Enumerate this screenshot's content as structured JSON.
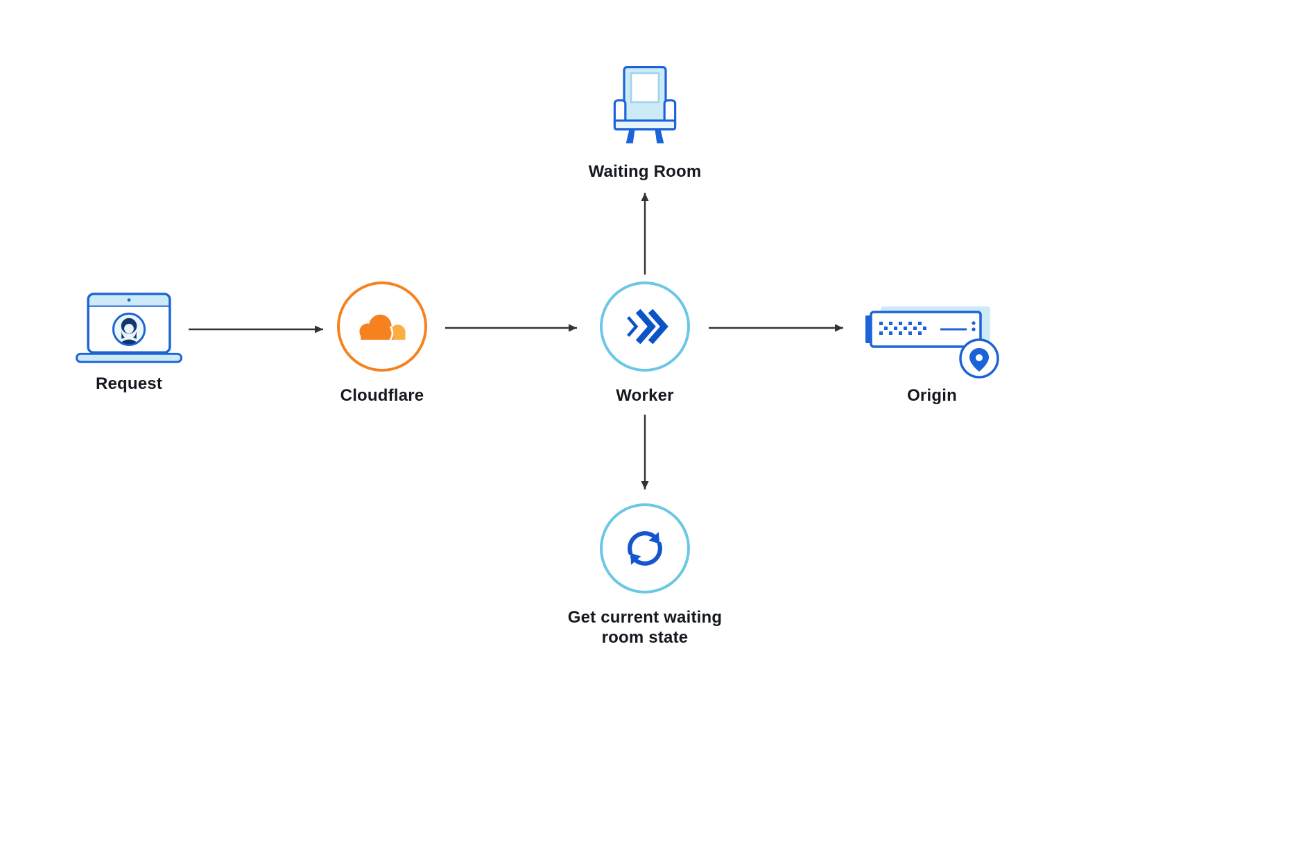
{
  "diagram": {
    "nodes": {
      "request": {
        "label": "Request",
        "icon": "laptop-user-icon"
      },
      "cloudflare": {
        "label": "Cloudflare",
        "icon": "cloudflare-logo-icon"
      },
      "worker": {
        "label": "Worker",
        "icon": "workers-logo-icon"
      },
      "waiting_room": {
        "label": "Waiting Room",
        "icon": "armchair-icon"
      },
      "origin": {
        "label": "Origin",
        "icon": "server-location-icon"
      },
      "waiting_state": {
        "label": "Get current waiting room state",
        "icon": "sync-icon"
      }
    },
    "edges": [
      {
        "from": "request",
        "to": "cloudflare",
        "direction": "right"
      },
      {
        "from": "cloudflare",
        "to": "worker",
        "direction": "right"
      },
      {
        "from": "worker",
        "to": "origin",
        "direction": "right"
      },
      {
        "from": "worker",
        "to": "waiting_room",
        "direction": "up"
      },
      {
        "from": "worker",
        "to": "waiting_state",
        "direction": "down"
      }
    ],
    "colors": {
      "cloudflare_orange": "#F6821F",
      "cloudflare_orange_light": "#FBAD41",
      "primary_blue": "#0055DC",
      "navy": "#123A73",
      "light_blue_fill": "#CDEBF7",
      "cyan_ring": "#6BC7E4",
      "arrow": "#333333",
      "label_text": "#15191F",
      "background": "#FFFFFF"
    }
  }
}
